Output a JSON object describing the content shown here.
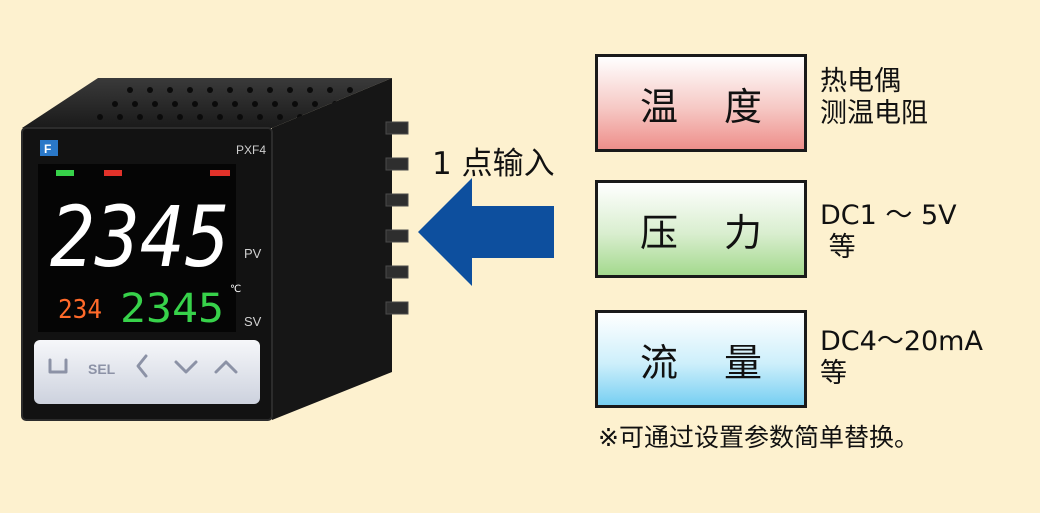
{
  "device": {
    "model": "PXF4",
    "pv_value": "2345",
    "pv_label": "PV",
    "sv_small": "234",
    "sv_value": "2345",
    "sv_label": "SV",
    "unit": "℃",
    "key_sel": "SEL",
    "colors": {
      "pv_digits": "#ffffff",
      "sv_digits": "#37d24a",
      "small_digits": "#ff6a2a",
      "panel": "#141414"
    }
  },
  "input_label": "1 点输入",
  "categories": [
    {
      "name_c1": "温",
      "name_c2": "度",
      "desc_lines": [
        "热电偶",
        "测温电阻"
      ]
    },
    {
      "name_c1": "压",
      "name_c2": "力",
      "desc_lines": [
        "DC1 ～ 5V",
        " 等"
      ]
    },
    {
      "name_c1": "流",
      "name_c2": "量",
      "desc_lines": [
        "DC4～20mA",
        "等"
      ]
    }
  ],
  "note": "※可通过设置参数简单替换。",
  "colors": {
    "background": "#fdf1cf",
    "arrow": "#0d4f9e",
    "temp": "#ee8f8b",
    "pressure": "#a4d98e",
    "flow": "#77cff2"
  }
}
